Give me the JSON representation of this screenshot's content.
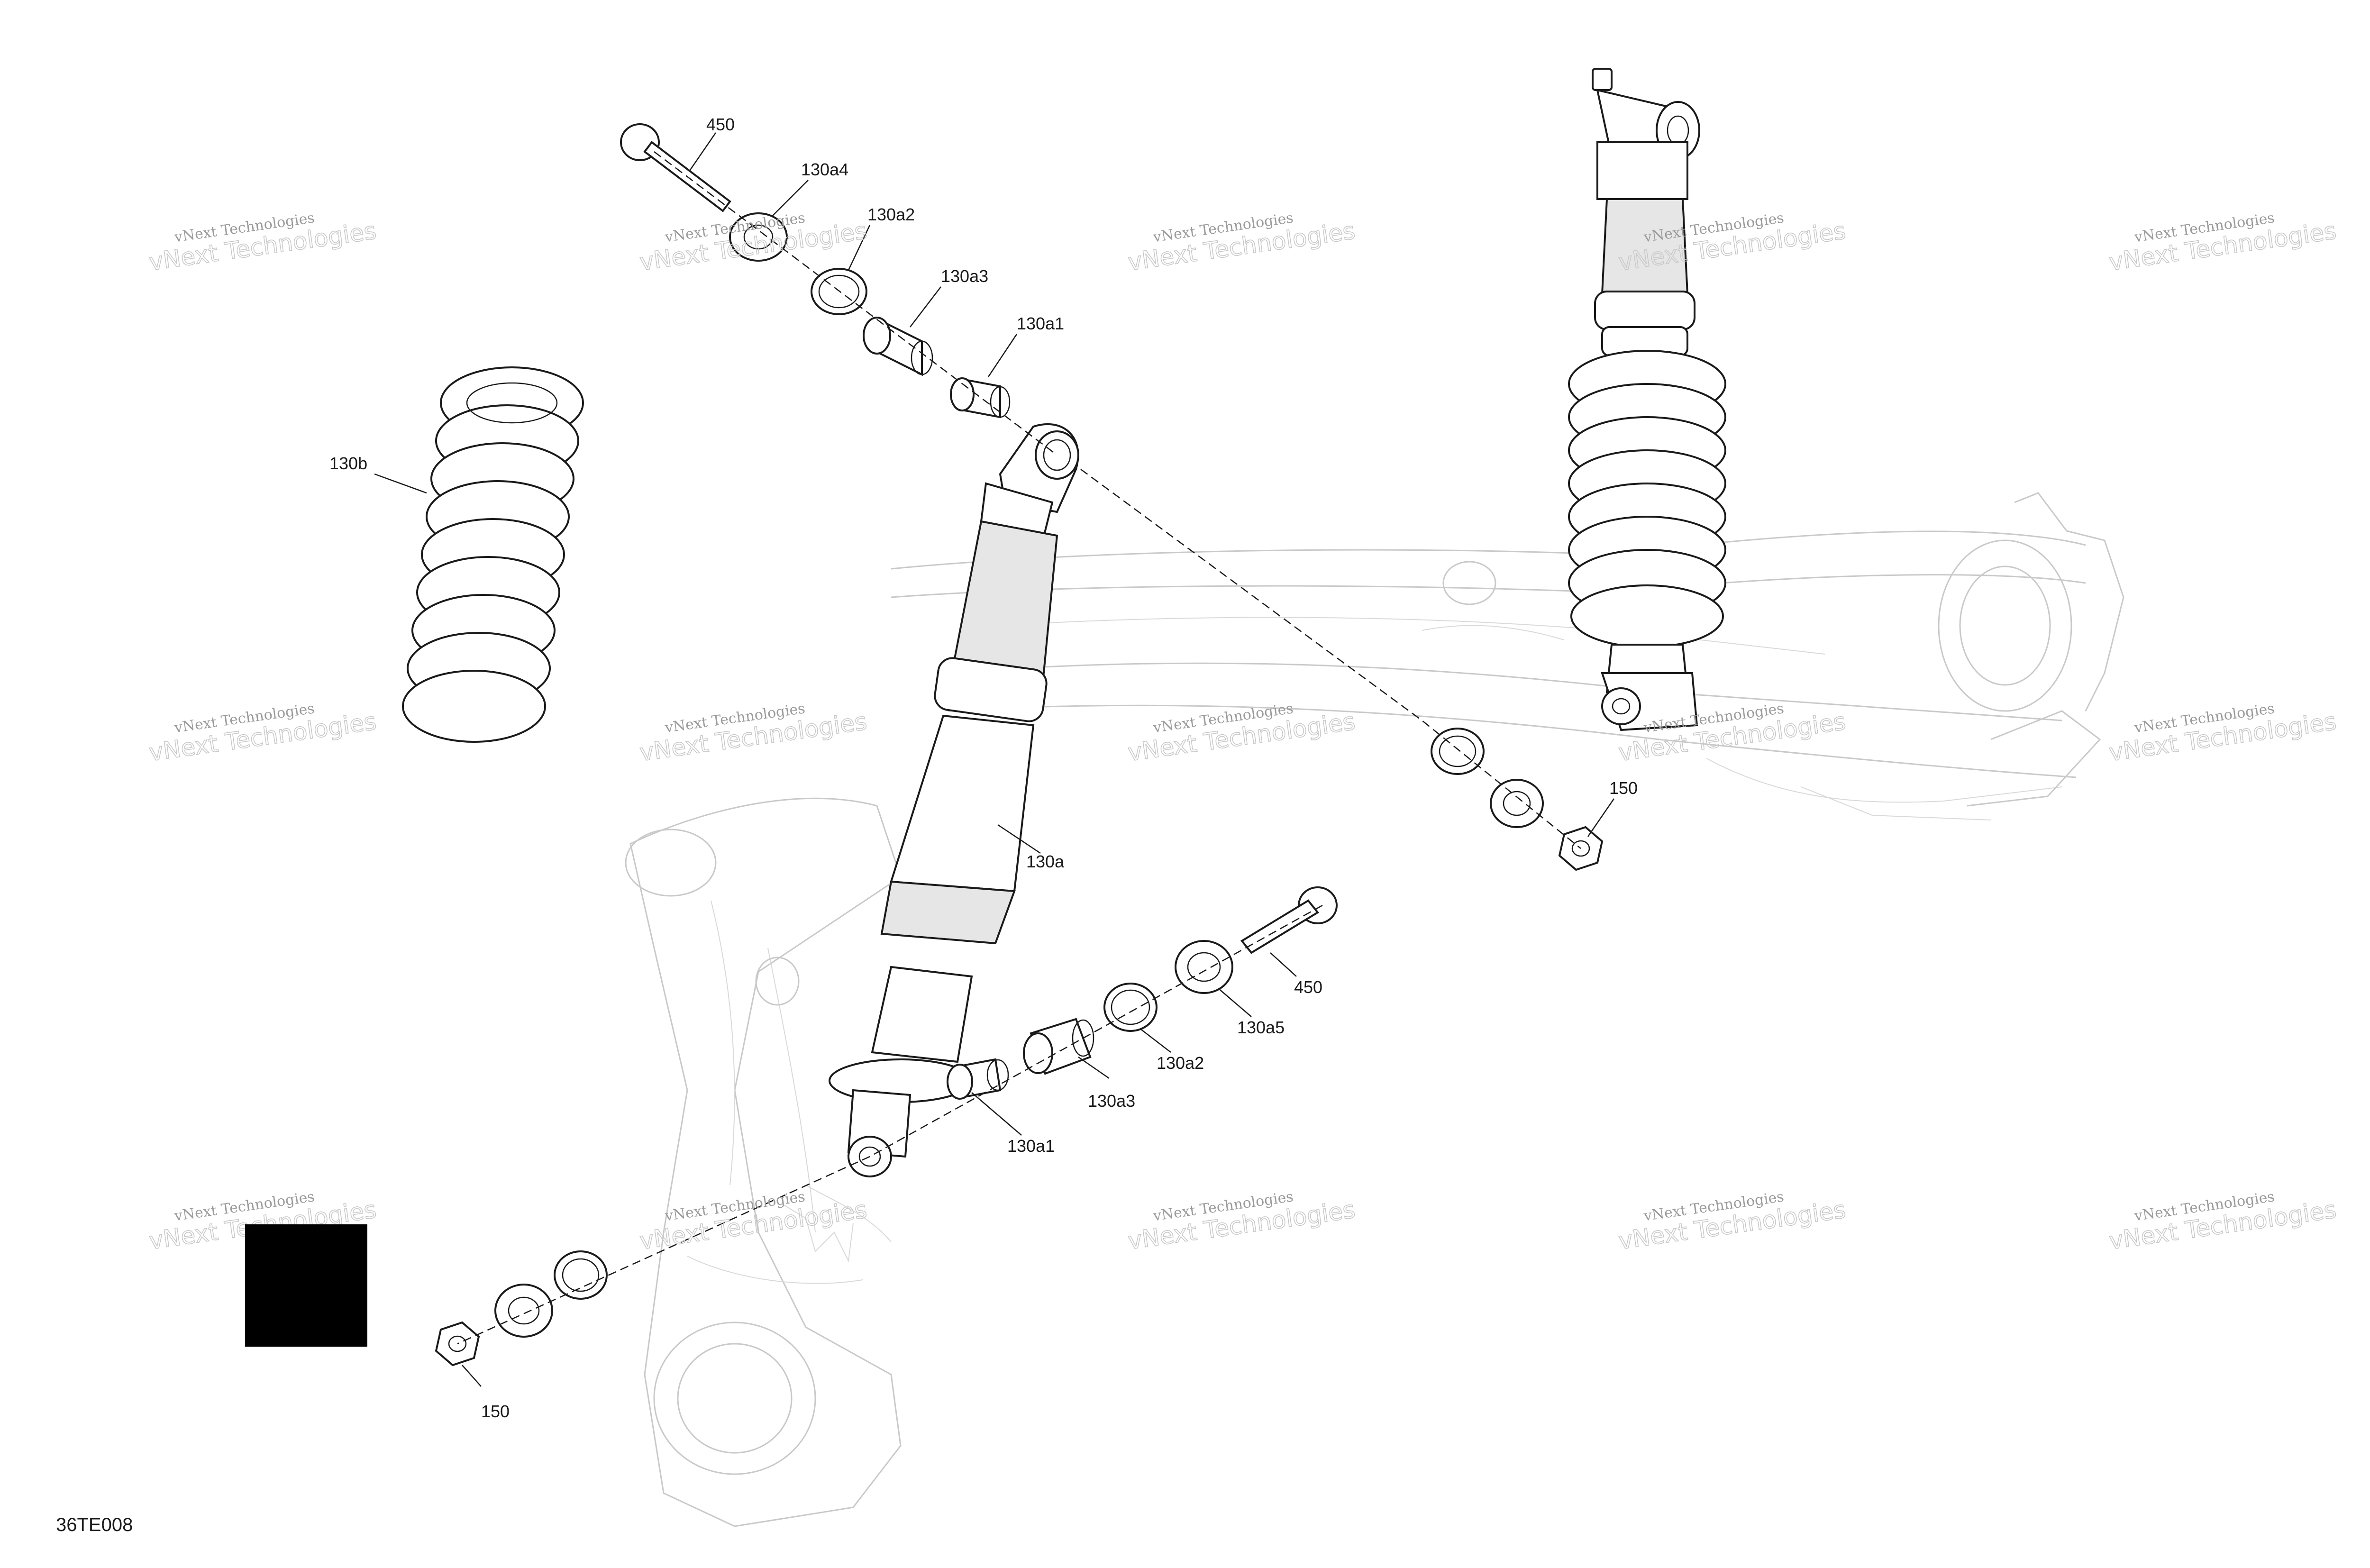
{
  "diagram": {
    "doc_ref": "36TE008",
    "callouts": {
      "bolt_top": "450",
      "washer_130a4": "130a4",
      "ring_130a2_top": "130a2",
      "sleeve_130a3_top": "130a3",
      "bushing_130a1_top": "130a1",
      "spring": "130b",
      "shock_absorber": "130a",
      "nut_right": "150",
      "bolt_bottom": "450",
      "washer_130a5": "130a5",
      "ring_130a2_bottom": "130a2",
      "sleeve_130a3_bottom": "130a3",
      "bushing_130a1_bottom": "130a1",
      "nut_bottom": "150"
    },
    "watermark": {
      "line1": "vNext Technologies",
      "line2": "vNext Technologies"
    },
    "redaction_box_color": "#000000"
  }
}
